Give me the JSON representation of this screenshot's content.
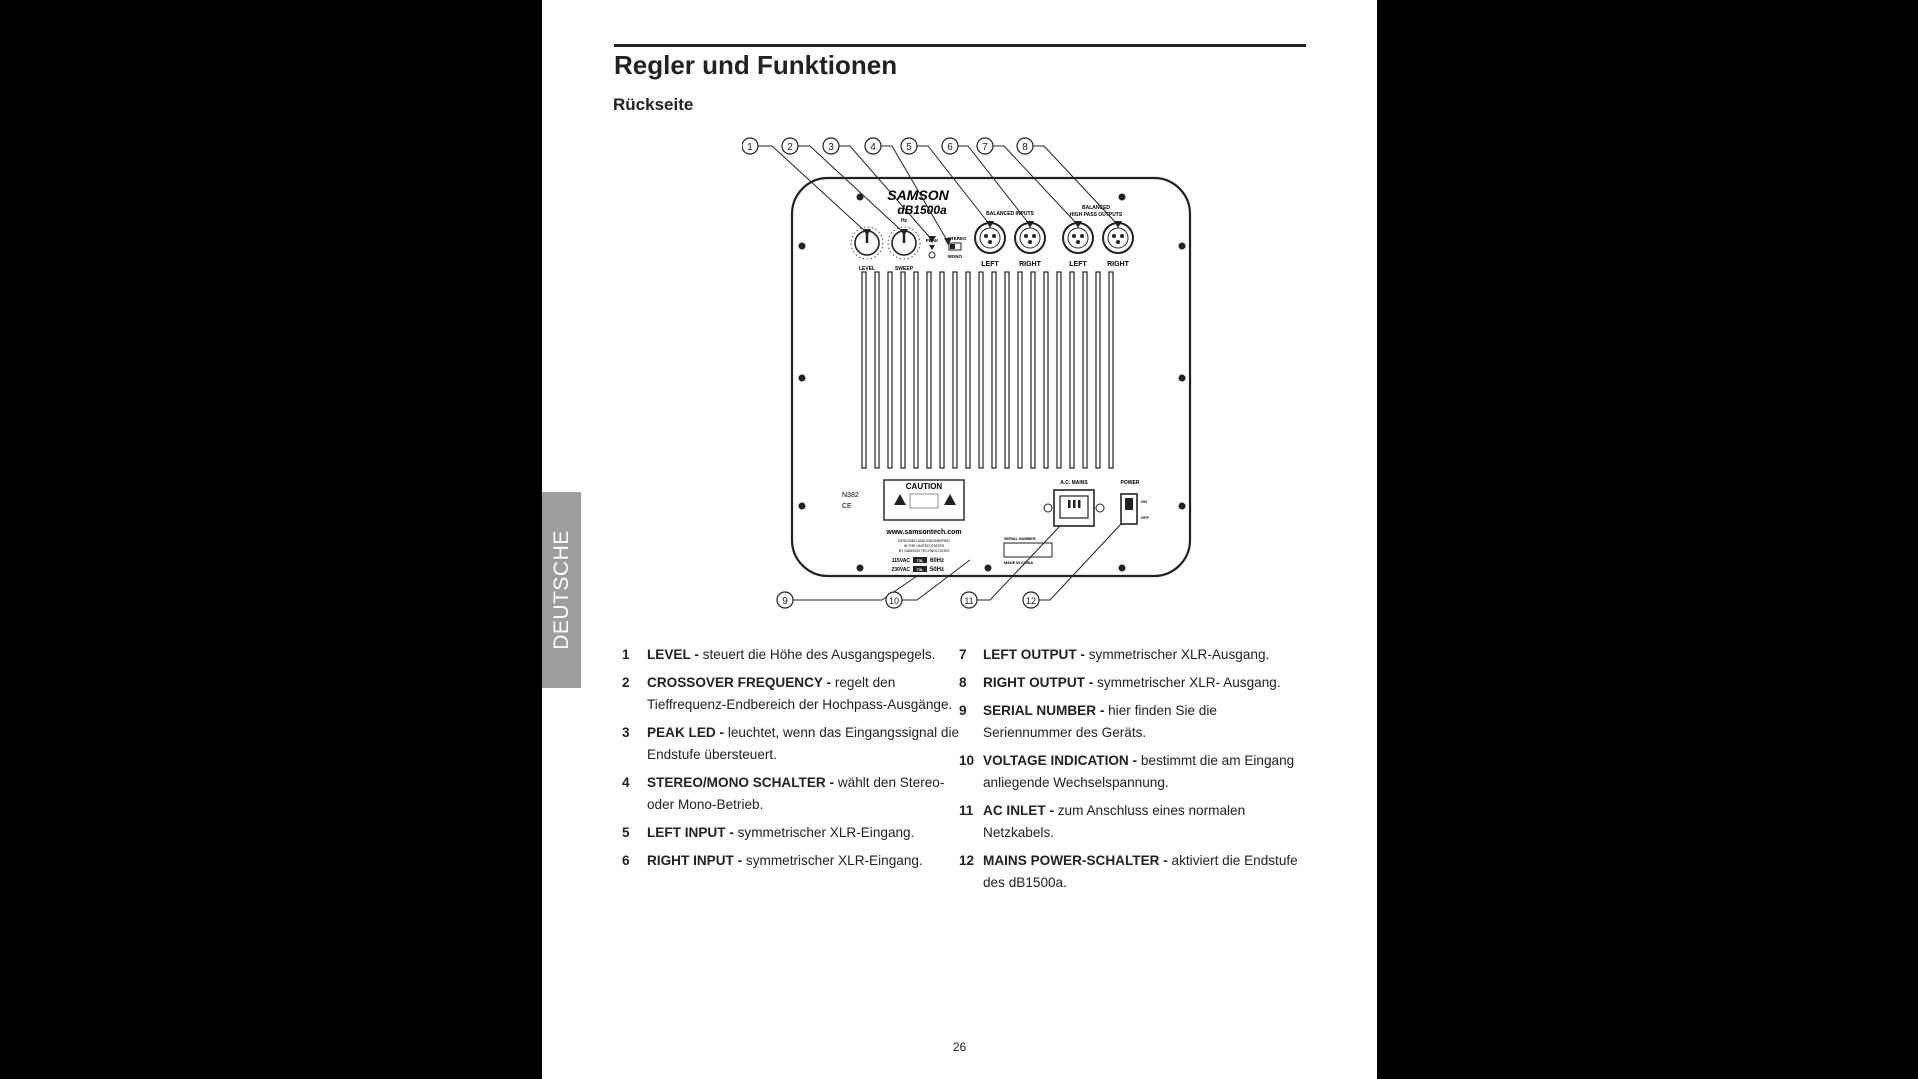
{
  "page": {
    "title": "Regler und Funktionen",
    "subtitle": "Rückseite",
    "side_tab": "DEUTSCHE",
    "page_number": "26"
  },
  "diagram": {
    "brand": "SAMSON",
    "model": "dB1500a",
    "callouts": [
      "1",
      "2",
      "3",
      "4",
      "5",
      "6",
      "7",
      "8",
      "9",
      "10",
      "11",
      "12"
    ],
    "labels": {
      "level": "LEVEL",
      "sweep": "SWEEP",
      "hz": "Hz",
      "peak": "PEAK",
      "stereo": "STEREO",
      "mono": "MONO",
      "balanced_inputs": "BALANCED INPUTS",
      "balanced": "BALANCED",
      "high_pass_outputs": "HIGH PASS OUTPUTS",
      "left": "LEFT",
      "right": "RIGHT",
      "n382": "N382",
      "ce": "CE",
      "caution": "CAUTION",
      "website": "www.samsontech.com",
      "designed1": "DESIGNED AND ENGINEERED",
      "designed2": "IN THE UNITED STATES",
      "designed3": "BY SAMSON TECHNOLOGIES",
      "v115": "115VAC",
      "hz60": "60Hz",
      "v230": "230VAC",
      "hz50": "50Hz",
      "t5l": "T5L",
      "serial_number": "SERIAL NUMBER",
      "made_in_china": "MADE IN CHINA",
      "ac_mains": "A.C. MAINS",
      "power": "POWER",
      "on": "ON",
      "off": "OFF"
    }
  },
  "items_left": [
    {
      "num": "1",
      "term": "LEVEL -",
      "text": " steuert die Höhe des Ausgangspegels."
    },
    {
      "num": "2",
      "term": "CROSSOVER FREQUENCY -",
      "text": " regelt den Tieffrequenz-Endbereich der Hochpass-Ausgänge."
    },
    {
      "num": "3",
      "term": "PEAK LED -",
      "text": " leuchtet, wenn das Eingangssignal die Endstufe übersteuert."
    },
    {
      "num": "4",
      "term": "STEREO/MONO SCHALTER -",
      "text": " wählt den Stereo- oder Mono-Betrieb."
    },
    {
      "num": "5",
      "term": "LEFT INPUT -",
      "text": " symmetrischer XLR-Eingang."
    },
    {
      "num": "6",
      "term": "RIGHT INPUT -",
      "text": " symmetrischer XLR-Eingang."
    }
  ],
  "items_right": [
    {
      "num": "7",
      "term": "LEFT OUTPUT -",
      "text": "  symmetrischer XLR-Ausgang."
    },
    {
      "num": "8",
      "term": "RIGHT OUTPUT -",
      "text": " symmetrischer XLR- Ausgang."
    },
    {
      "num": "9",
      "term": "SERIAL NUMBER -",
      "text": " hier finden Sie die Seriennummer des Geräts."
    },
    {
      "num": "10",
      "term": "VOLTAGE INDICATION -",
      "text": " bestimmt die am Eingang anliegende Wechselspannung."
    },
    {
      "num": "11",
      "term": "AC INLET -",
      "text": "  zum Anschluss eines normalen Netzkabels."
    },
    {
      "num": "12",
      "term": "MAINS POWER-SCHALTER -",
      "text": " aktiviert die Endstufe des dB1500a."
    }
  ]
}
